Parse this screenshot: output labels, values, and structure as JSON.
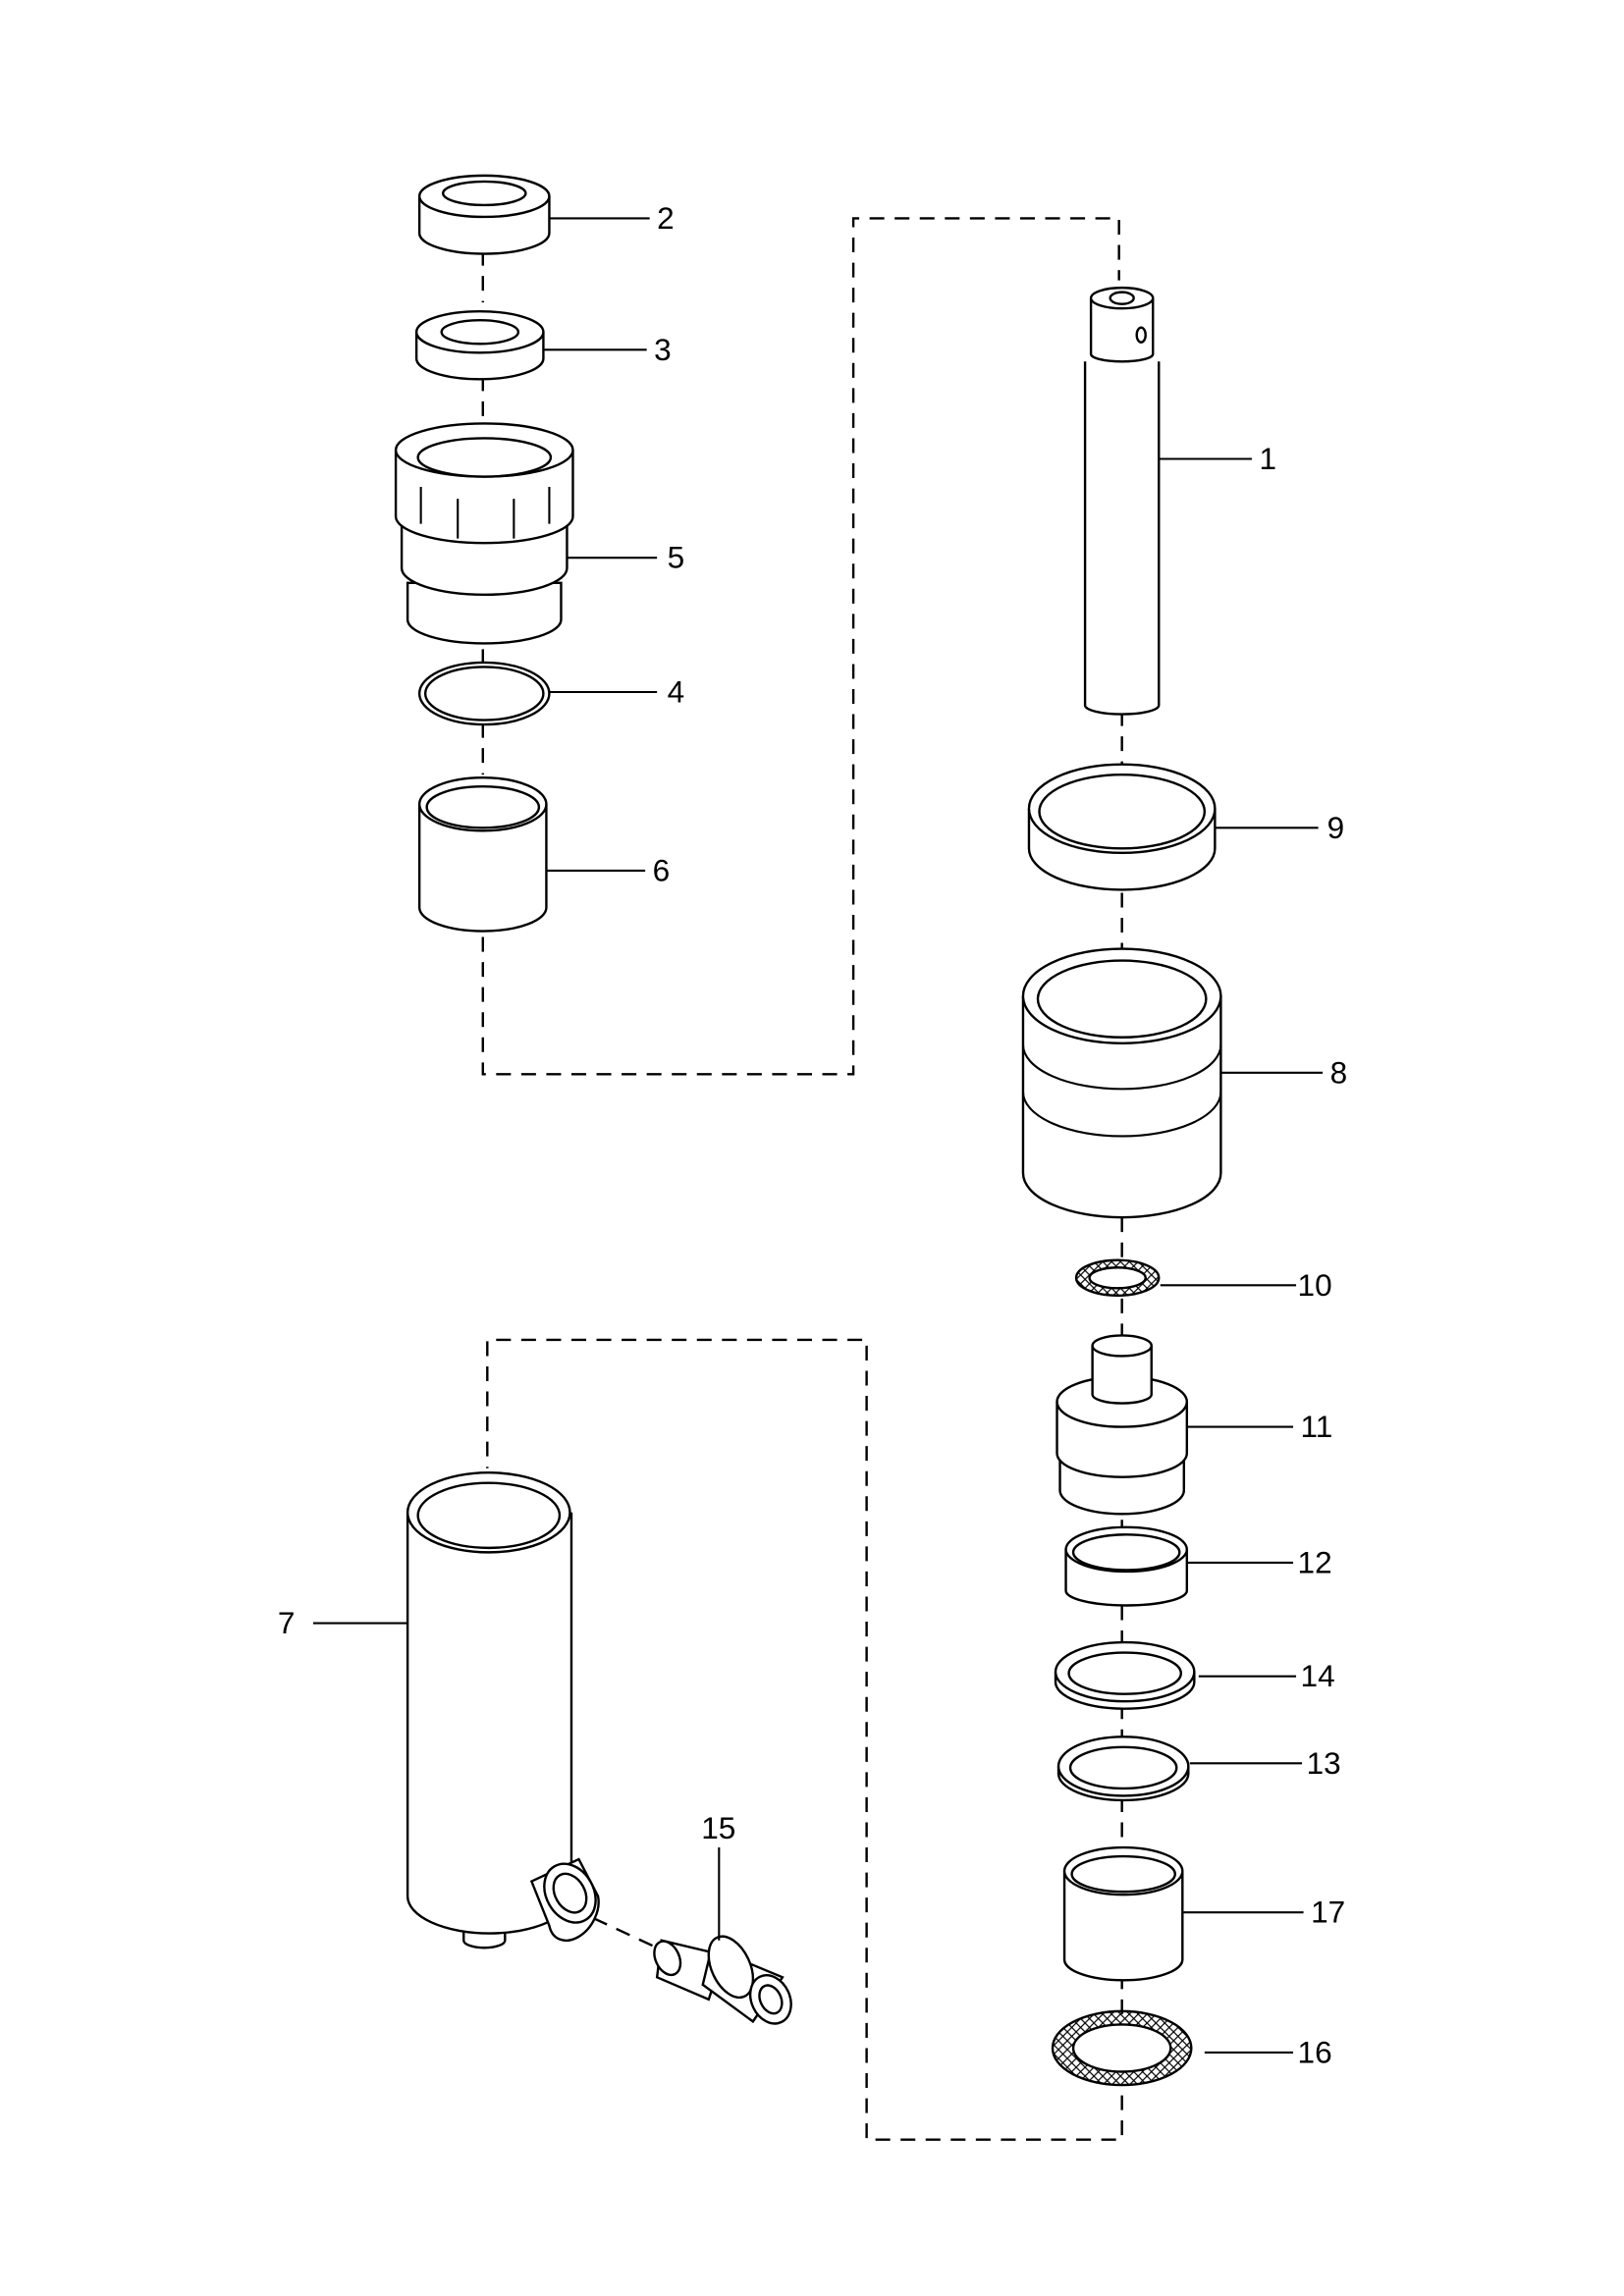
{
  "diagram": {
    "title": "Exploded parts view",
    "callouts": [
      "1",
      "2",
      "3",
      "4",
      "5",
      "6",
      "7",
      "8",
      "9",
      "10",
      "11",
      "12",
      "13",
      "14",
      "15",
      "16",
      "17"
    ]
  }
}
